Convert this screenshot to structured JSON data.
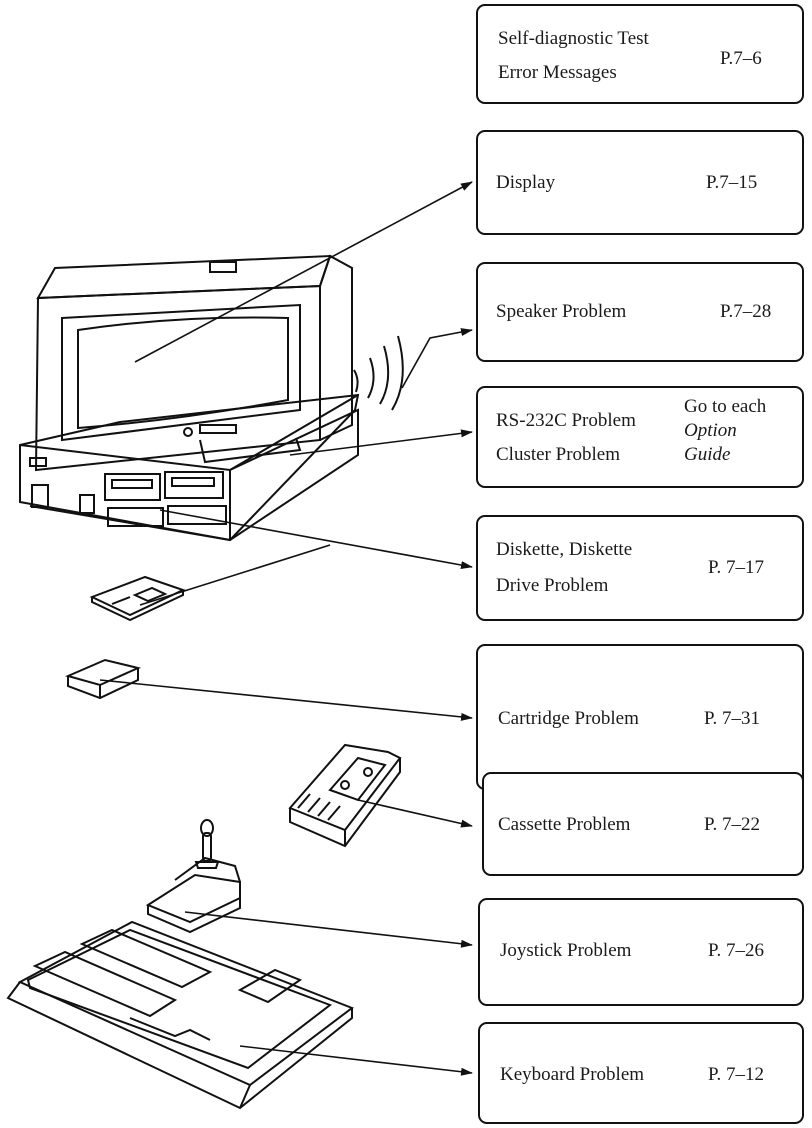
{
  "boxes": [
    {
      "line1": "Self-diagnostic Test",
      "line2": "Error Messages",
      "page": "P.7–6"
    },
    {
      "label": "Display",
      "page": "P.7–15"
    },
    {
      "label": "Speaker Problem",
      "page": "P.7–28"
    },
    {
      "line1": "RS-232C Problem",
      "line2": "Cluster Problem",
      "go1": "Go to each",
      "go2": "Option",
      "go3": "Guide"
    },
    {
      "line1": "Diskette, Diskette",
      "line2": "Drive Problem",
      "page": "P. 7–17"
    },
    {
      "label": "Cartridge Problem",
      "page": "P. 7–31"
    },
    {
      "label": "Cassette Problem",
      "page": "P. 7–22"
    },
    {
      "label": "Joystick Problem",
      "page": "P. 7–26"
    },
    {
      "label": "Keyboard Problem",
      "page": "P. 7–12"
    }
  ]
}
